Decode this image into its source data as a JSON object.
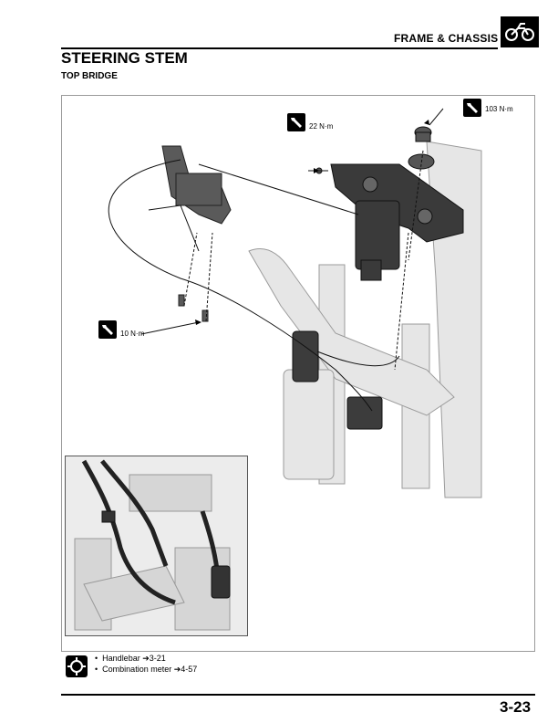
{
  "header": {
    "section": "FRAME & CHASSIS",
    "chapter_icon": "motorcycle-icon"
  },
  "page_title": "STEERING STEM",
  "subtitle": "TOP BRIDGE",
  "torques": [
    {
      "value": "22 N·m",
      "icon": "wrench-icon"
    },
    {
      "value": "103 N·m",
      "icon": "wrench-icon"
    },
    {
      "value": "10 N·m",
      "icon": "wrench-icon"
    }
  ],
  "references": {
    "icon": "related-procedures-icon",
    "items": [
      {
        "label": "Handlebar",
        "page": "3-21"
      },
      {
        "label": "Combination meter",
        "page": "4-57"
      }
    ]
  },
  "footer": {
    "page_number": "3-23"
  }
}
